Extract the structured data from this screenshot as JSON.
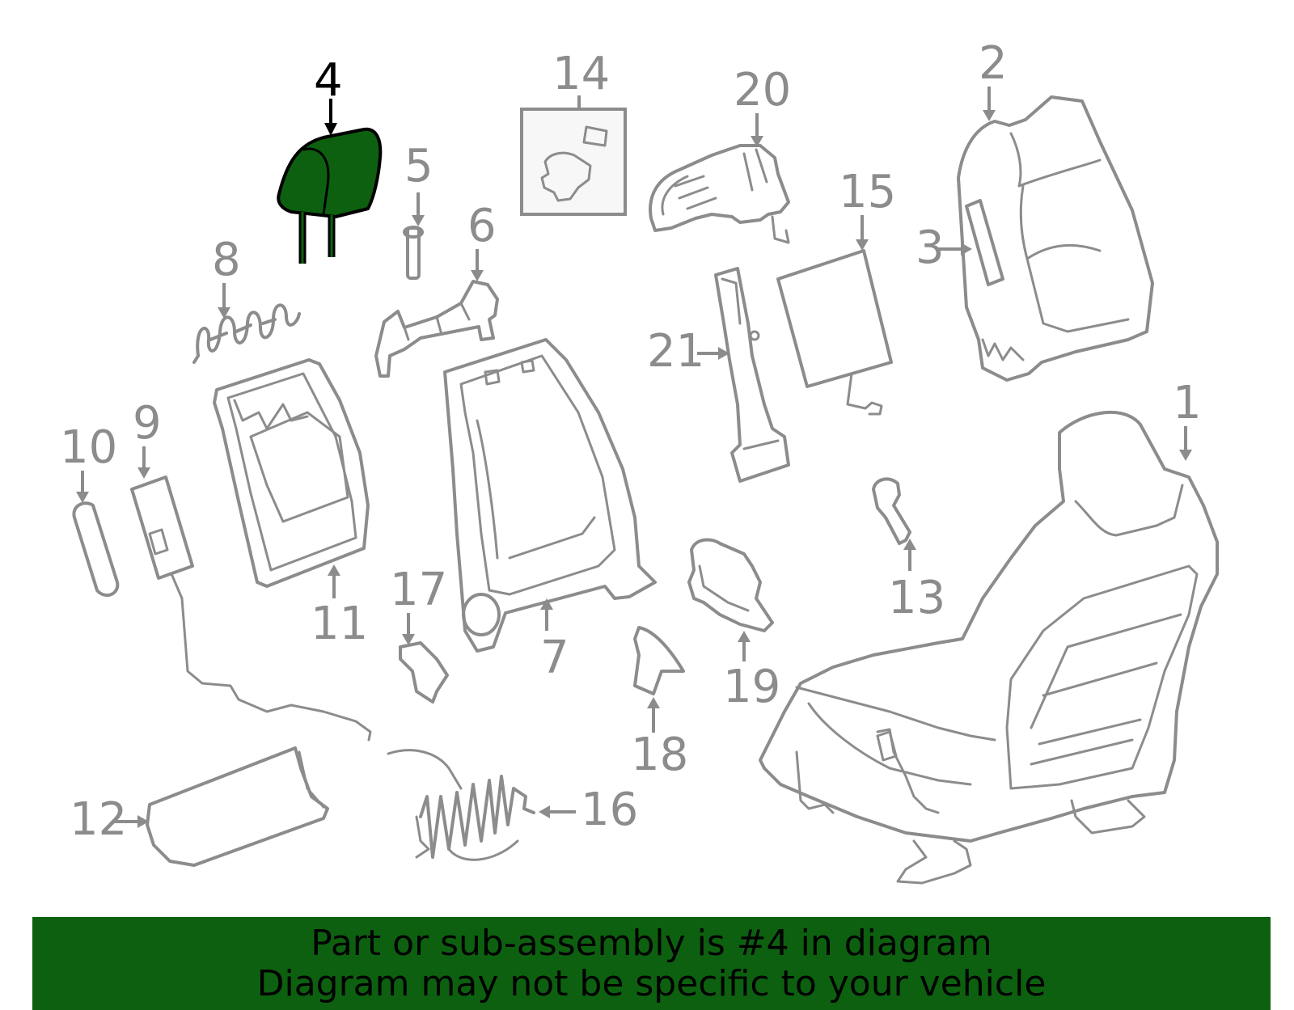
{
  "diagram": {
    "highlighted_part": "4",
    "highlight_color": "#0d600f",
    "line_color": "#8c8c8c",
    "labels": {
      "p1": "1",
      "p2": "2",
      "p3": "3",
      "p4": "4",
      "p5": "5",
      "p6": "6",
      "p7": "7",
      "p8": "8",
      "p9": "9",
      "p10": "10",
      "p11": "11",
      "p12": "12",
      "p13": "13",
      "p14": "14",
      "p15": "15",
      "p16": "16",
      "p17": "17",
      "p18": "18",
      "p19": "19",
      "p20": "20",
      "p21": "21"
    }
  },
  "banner": {
    "line1": "Part or sub-assembly is #4 in diagram",
    "line2": "Diagram may not be specific to your vehicle",
    "background": "#0d600f"
  }
}
